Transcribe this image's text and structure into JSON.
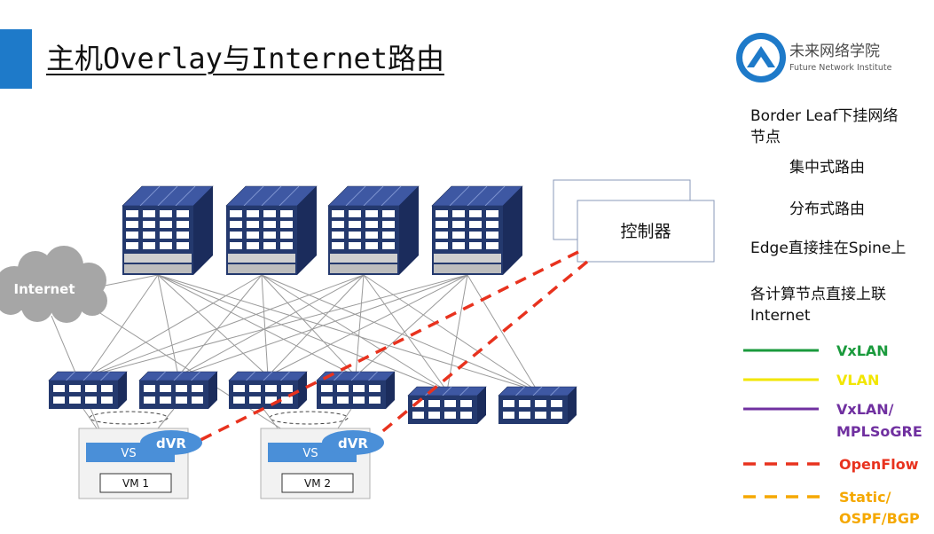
{
  "slide": {
    "title": "主机Overlay与Internet路由",
    "accent_color": "#1e7ac9"
  },
  "logo": {
    "icon": "future-network-logo-icon",
    "name_cn": "未来网络学院",
    "name_en": "Future Network Institute"
  },
  "notes": {
    "border_leaf": [
      "Border Leaf下挂网络",
      "节点"
    ],
    "centralized": "集中式路由",
    "distributed": "分布式路由",
    "edge_on_spine": "Edge直接挂在Spine上",
    "compute_uplink": [
      "各计算节点直接上联",
      "Internet"
    ]
  },
  "legend": [
    {
      "label_lines": [
        "VxLAN"
      ],
      "color": "#1a9a3c",
      "line_style": "solid"
    },
    {
      "label_lines": [
        "VLAN"
      ],
      "color": "#f2e600",
      "line_style": "solid"
    },
    {
      "label_lines": [
        "VxLAN/",
        "MPLSoGRE"
      ],
      "color": "#7030a0",
      "line_style": "solid"
    },
    {
      "label_lines": [
        "OpenFlow"
      ],
      "color": "#e8321e",
      "line_style": "dashed"
    },
    {
      "label_lines": [
        "Static/",
        "OSPF/BGP"
      ],
      "color": "#f5a800",
      "line_style": "dashed"
    }
  ],
  "diagram": {
    "internet_label": "Internet",
    "internet_icon": "cloud-icon",
    "controller_label": "控制器",
    "spine_switch_icon": "spine-switch-icon",
    "leaf_switch_icon": "leaf-switch-icon",
    "link_color": "#9a9a9a",
    "openflow_color": "#e8321e",
    "host_color": "#4a8fd8",
    "hosts": [
      {
        "vs_label": "VS",
        "dvr_label": "dVR",
        "vm_label": "VM 1"
      },
      {
        "vs_label": "VS",
        "dvr_label": "dVR",
        "vm_label": "VM 2"
      }
    ]
  }
}
